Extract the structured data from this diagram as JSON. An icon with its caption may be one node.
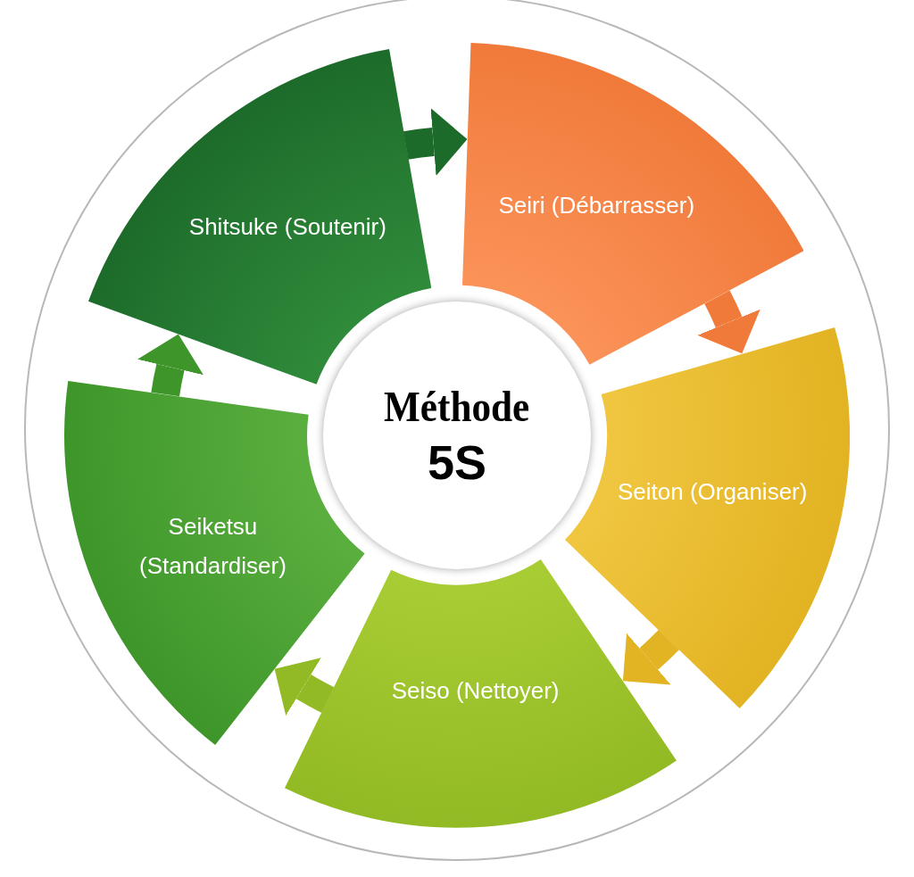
{
  "diagram": {
    "nodes": [
      {
        "text": [
          "Shitsuke (Soutenir)"
        ]
      },
      {
        "text": [
          "Seiri (Débarrasser)"
        ]
      },
      {
        "text": [
          "Méthode",
          "5S"
        ]
      },
      {
        "text": [
          "Seiketsu (Standardiser)"
        ]
      },
      {
        "text": [
          "Seiton (Organiser)"
        ]
      },
      {
        "text": [
          "Seiso (Nettoyer)"
        ]
      }
    ],
    "edges": [
      {
        "from": 1,
        "to": 4,
        "arrow": "to",
        "color": "#f07a3a"
      },
      {
        "from": 4,
        "to": 5,
        "arrow": "to",
        "color": "#e2b322"
      },
      {
        "from": 5,
        "to": 3,
        "arrow": "to",
        "color": "#92ba24"
      },
      {
        "from": 3,
        "to": 0,
        "arrow": "to",
        "color": "#3e962a"
      },
      {
        "from": 0,
        "to": 1,
        "arrow": "to",
        "color": "#1d6b2a"
      }
    ]
  }
}
